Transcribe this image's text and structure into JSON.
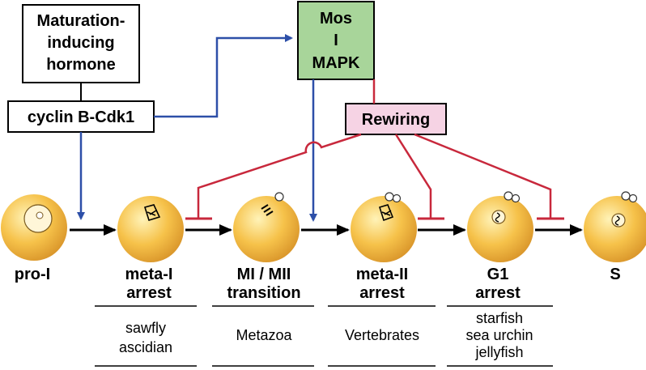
{
  "boxes": {
    "hormone": [
      "Maturation-",
      "inducing",
      "hormone"
    ],
    "cyclin": "cyclin B-Cdk1",
    "mos": [
      "Mos",
      "I",
      "MAPK"
    ],
    "rewiring": "Rewiring"
  },
  "stages": [
    {
      "label": [
        "pro-I"
      ]
    },
    {
      "label": [
        "meta-I",
        "arrest"
      ]
    },
    {
      "label": [
        "MI / MII",
        "transition"
      ]
    },
    {
      "label": [
        "meta-II",
        "arrest"
      ]
    },
    {
      "label": [
        "G1",
        "arrest"
      ]
    },
    {
      "label": [
        "S"
      ]
    }
  ],
  "organisms": [
    [
      "sawfly",
      "ascidian"
    ],
    [
      "Metazoa"
    ],
    [
      "Vertebrates"
    ],
    [
      "starfish",
      "sea urchin",
      "jellyfish"
    ]
  ],
  "colors": {
    "activation_arrow": "#2d4fa8",
    "inhibition_line": "#c8283c",
    "mos_box_fill": "#a8d59a",
    "rewiring_box_fill": "#f6d3e4",
    "cell_fill": "#f4b73c",
    "flow_arrow": "#000000"
  }
}
